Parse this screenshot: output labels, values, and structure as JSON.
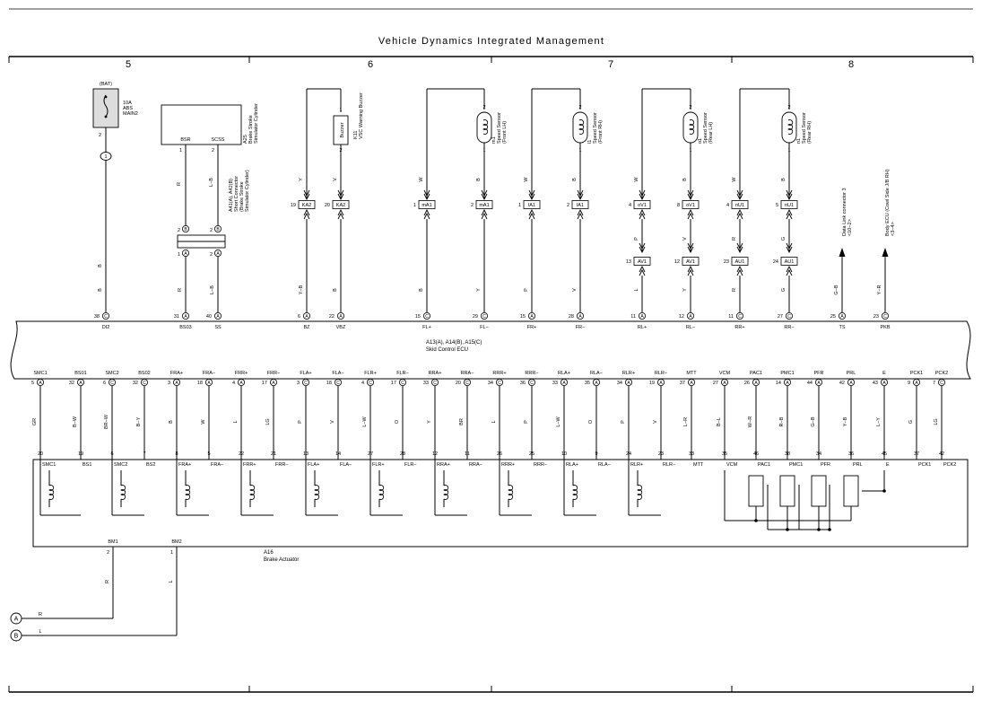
{
  "title": "Vehicle Dynamics Integrated Management",
  "columns": [
    "5",
    "6",
    "7",
    "8"
  ],
  "fuse": {
    "bat": "(BAT)",
    "name": "10A\nABS\nMAIN2",
    "pin": "2",
    "junction": "1"
  },
  "a25": {
    "id": "A25",
    "name": "Brake Stroke\nSimulator Cylinder",
    "pins": [
      "BSR",
      "SCSS"
    ],
    "nums": [
      "1",
      "2"
    ]
  },
  "a41": {
    "id": "A41(A), A42(B)",
    "name": "Short Connector\n(Brake Stroke\nSimulator Cylinder)"
  },
  "k11": {
    "id": "K11",
    "name": "VSC Warning Buzzer",
    "label": "Buzzer",
    "pins": [
      "1",
      "2"
    ]
  },
  "sensors": [
    {
      "id": "m1",
      "name": "Speed Sensor\n(Front LH)",
      "pins": [
        "2",
        "1"
      ]
    },
    {
      "id": "l1",
      "name": "Speed Sensor\n(Front RH)",
      "pins": [
        "2",
        "1"
      ]
    },
    {
      "id": "o1",
      "name": "Speed Sensor\n(Rear LH)",
      "pins": [
        "2",
        "1"
      ]
    },
    {
      "id": "n1",
      "name": "Speed Sensor\n(Rear RH)",
      "pins": [
        "2",
        "1"
      ]
    }
  ],
  "upper_wires": [
    {
      "color": "B",
      "conn": "",
      "pin": "",
      "lower": "B",
      "ecu_pin": "38",
      "ecu_conn": "C",
      "ecu_name": "DI2"
    },
    {
      "color": "R",
      "conn": "",
      "pin": "",
      "lower": "R",
      "ecu_pin": "31",
      "ecu_conn": "A",
      "ecu_name": "BS03"
    },
    {
      "color": "L−B",
      "conn": "",
      "pin": "",
      "lower": "L−B",
      "ecu_pin": "40",
      "ecu_conn": "A",
      "ecu_name": "SS"
    },
    {
      "color": "Y",
      "conn": "KA2",
      "pin": "19",
      "lower": "Y−B",
      "ecu_pin": "6",
      "ecu_conn": "A",
      "ecu_name": "BZ"
    },
    {
      "color": "V",
      "conn": "KA2",
      "pin": "20",
      "lower": "B",
      "ecu_pin": "22",
      "ecu_conn": "A",
      "ecu_name": "VBZ"
    },
    {
      "color": "W",
      "conn": "mA1",
      "pin": "1",
      "lower": "B",
      "ecu_pin": "15",
      "ecu_conn": "C",
      "ecu_name": "FL+"
    },
    {
      "color": "B",
      "conn": "mA1",
      "pin": "2",
      "lower": "Y",
      "ecu_pin": "29",
      "ecu_conn": "C",
      "ecu_name": "FL−"
    },
    {
      "color": "W",
      "conn": "lA1",
      "pin": "1",
      "lower": "P",
      "ecu_pin": "15",
      "ecu_conn": "A",
      "ecu_name": "FR+"
    },
    {
      "color": "B",
      "conn": "lA1",
      "pin": "2",
      "lower": "V",
      "ecu_pin": "28",
      "ecu_conn": "A",
      "ecu_name": "FR−"
    },
    {
      "color": "W",
      "conn": "oV1",
      "pin": "4",
      "mid": "P",
      "conn2": "AV1",
      "pin2": "13",
      "lower": "L",
      "ecu_pin": "11",
      "ecu_conn": "A",
      "ecu_name": "RL+"
    },
    {
      "color": "B",
      "conn": "oV1",
      "pin": "8",
      "mid": "V",
      "conn2": "AV1",
      "pin2": "12",
      "lower": "Y",
      "ecu_pin": "12",
      "ecu_conn": "A",
      "ecu_name": "RL−"
    },
    {
      "color": "W",
      "conn": "nU1",
      "pin": "4",
      "mid": "R",
      "conn2": "AU1",
      "pin2": "23",
      "lower": "R",
      "ecu_pin": "11",
      "ecu_conn": "C",
      "ecu_name": "RR+"
    },
    {
      "color": "B",
      "conn": "nU1",
      "pin": "5",
      "mid": "G",
      "conn2": "AU1",
      "pin2": "24",
      "lower": "G",
      "ecu_pin": "27",
      "ecu_conn": "C",
      "ecu_name": "RR−"
    },
    {
      "color": "",
      "conn": "",
      "pin": "",
      "lower": "G−B",
      "ecu_pin": "25",
      "ecu_conn": "A",
      "ecu_name": "TS"
    },
    {
      "color": "",
      "conn": "",
      "pin": "",
      "lower": "Y−R",
      "ecu_pin": "23",
      "ecu_conn": "C",
      "ecu_name": "PKB"
    }
  ],
  "dlc": {
    "name": "Data Link connector 3\n<10−2>"
  },
  "body_ecu": {
    "name": "Body ECU (Cowl Side J/B RH)\n<3−4>"
  },
  "ecu": {
    "id": "A13(A), A14(B), A15(C)",
    "name": "Skid Control ECU"
  },
  "lower_pins": [
    {
      "name": "SMC1",
      "pin": "5",
      "conn": "A",
      "wire": "GR",
      "act": "20",
      "act_name": "SMC1"
    },
    {
      "name": "BS01",
      "pin": "32",
      "conn": "A",
      "wire": "B−W",
      "act": "19",
      "act_name": "BS1"
    },
    {
      "name": "SMC2",
      "pin": "6",
      "conn": "C",
      "wire": "BR−W",
      "act": "6",
      "act_name": "SMC2"
    },
    {
      "name": "BS02",
      "pin": "32",
      "conn": "C",
      "wire": "B−Y",
      "act": "7",
      "act_name": "BS2"
    },
    {
      "name": "FRA+",
      "pin": "3",
      "conn": "A",
      "wire": "B",
      "act": "8",
      "act_name": "FRA+"
    },
    {
      "name": "FRA−",
      "pin": "18",
      "conn": "A",
      "wire": "W",
      "act": "5",
      "act_name": "FRA−"
    },
    {
      "name": "FRR+",
      "pin": "4",
      "conn": "A",
      "wire": "L",
      "act": "22",
      "act_name": "FRR+"
    },
    {
      "name": "FRR−",
      "pin": "17",
      "conn": "A",
      "wire": "LG",
      "act": "21",
      "act_name": "FRR−"
    },
    {
      "name": "FLA+",
      "pin": "3",
      "conn": "C",
      "wire": "P",
      "act": "13",
      "act_name": "FLA+"
    },
    {
      "name": "FLA−",
      "pin": "18",
      "conn": "C",
      "wire": "V",
      "act": "14",
      "act_name": "FLA−"
    },
    {
      "name": "FLR+",
      "pin": "4",
      "conn": "C",
      "wire": "L−W",
      "act": "27",
      "act_name": "FLR+"
    },
    {
      "name": "FLR−",
      "pin": "17",
      "conn": "C",
      "wire": "O",
      "act": "28",
      "act_name": "FLR−"
    },
    {
      "name": "RRA+",
      "pin": "33",
      "conn": "C",
      "wire": "Y",
      "act": "12",
      "act_name": "RRA+"
    },
    {
      "name": "RRA−",
      "pin": "20",
      "conn": "C",
      "wire": "BR",
      "act": "11",
      "act_name": "RRA−"
    },
    {
      "name": "RRR+",
      "pin": "34",
      "conn": "C",
      "wire": "L",
      "act": "26",
      "act_name": "RRR+"
    },
    {
      "name": "RRR−",
      "pin": "36",
      "conn": "C",
      "wire": "P",
      "act": "25",
      "act_name": "RRR−"
    },
    {
      "name": "RLA+",
      "pin": "33",
      "conn": "A",
      "wire": "L−W",
      "act": "10",
      "act_name": "RLA+"
    },
    {
      "name": "RLA−",
      "pin": "35",
      "conn": "A",
      "wire": "O",
      "act": "9",
      "act_name": "RLA−"
    },
    {
      "name": "RLR+",
      "pin": "34",
      "conn": "A",
      "wire": "P",
      "act": "24",
      "act_name": "RLR+"
    },
    {
      "name": "RLR−",
      "pin": "19",
      "conn": "A",
      "wire": "V",
      "act": "23",
      "act_name": "RLR−"
    },
    {
      "name": "MTT",
      "pin": "37",
      "conn": "A",
      "wire": "L−R",
      "act": "33",
      "act_name": "MTT"
    },
    {
      "name": "VCM",
      "pin": "27",
      "conn": "A",
      "wire": "B−L",
      "act": "35",
      "act_name": "VCM"
    },
    {
      "name": "PAC1",
      "pin": "26",
      "conn": "A",
      "wire": "W−R",
      "act": "46",
      "act_name": "PAC1"
    },
    {
      "name": "PMC1",
      "pin": "14",
      "conn": "A",
      "wire": "R−B",
      "act": "38",
      "act_name": "PMC1"
    },
    {
      "name": "PFR",
      "pin": "44",
      "conn": "A",
      "wire": "G−B",
      "act": "34",
      "act_name": "PFR"
    },
    {
      "name": "PRL",
      "pin": "42",
      "conn": "A",
      "wire": "Y−B",
      "act": "36",
      "act_name": "PRL"
    },
    {
      "name": "E",
      "pin": "43",
      "conn": "A",
      "wire": "L−Y",
      "act": "45",
      "act_name": "E"
    },
    {
      "name": "PCK1",
      "pin": "9",
      "conn": "A",
      "wire": "G",
      "act": "37",
      "act_name": "PCK1"
    },
    {
      "name": "PCK2",
      "pin": "7",
      "conn": "C",
      "wire": "LG",
      "act": "42",
      "act_name": "PCK2"
    }
  ],
  "actuator": {
    "id": "A16",
    "name": "Brake Actuator",
    "bm": [
      {
        "name": "BM1",
        "pin": "2",
        "wire": "R",
        "ref": "A",
        "out": "R"
      },
      {
        "name": "BM2",
        "pin": "1",
        "wire": "L",
        "ref": "B",
        "out": "L"
      }
    ]
  }
}
